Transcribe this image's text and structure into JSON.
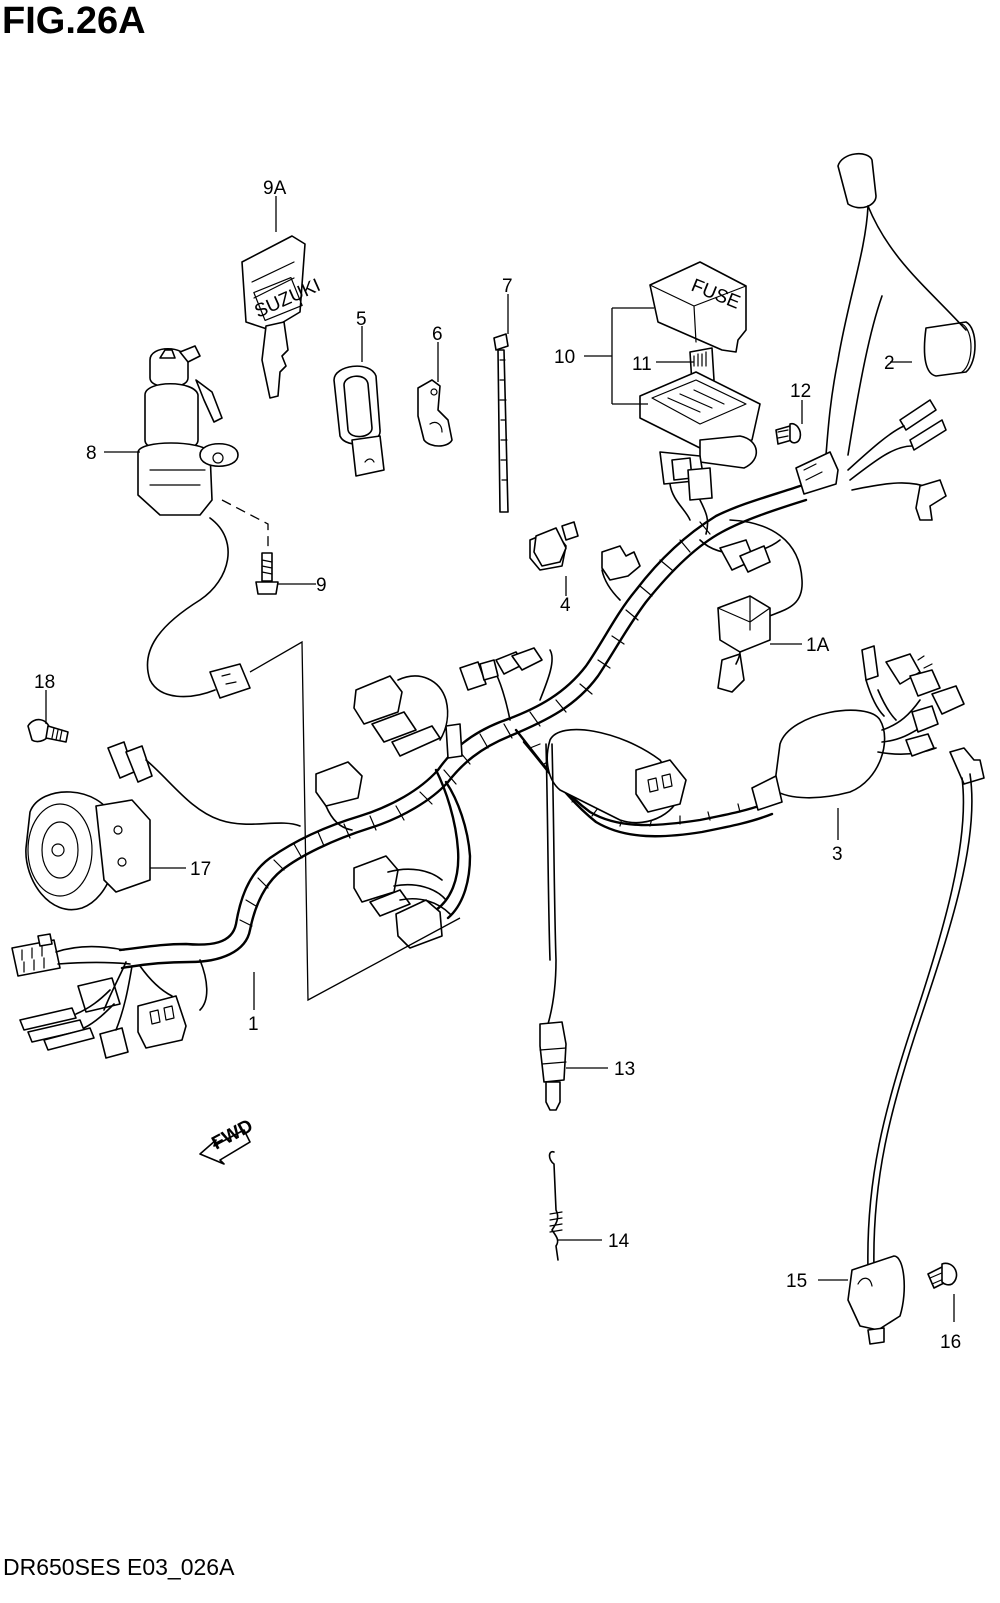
{
  "title": "FIG.26A",
  "footer": "DR650SES E03_026A",
  "key_text": "SUZUKI",
  "fuse_text": "FUSE",
  "fwd_text": "FWD",
  "callouts": {
    "c1": "1",
    "c1A": "1A",
    "c2": "2",
    "c3": "3",
    "c4": "4",
    "c5": "5",
    "c6": "6",
    "c7": "7",
    "c8": "8",
    "c9": "9",
    "c9A": "9A",
    "c10": "10",
    "c11": "11",
    "c12": "12",
    "c13": "13",
    "c14": "14",
    "c15": "15",
    "c16": "16",
    "c17": "17",
    "c18": "18"
  }
}
